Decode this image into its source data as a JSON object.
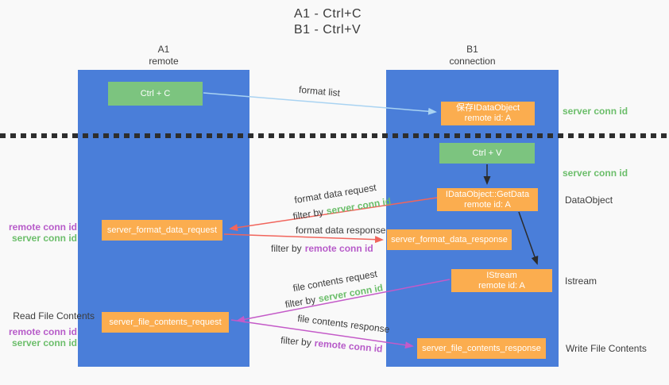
{
  "title": {
    "line1": "A1 - Ctrl+C",
    "line2": "B1 - Ctrl+V"
  },
  "lanes": {
    "a": {
      "id": "A1",
      "role": "remote"
    },
    "b": {
      "id": "B1",
      "role": "connection"
    }
  },
  "nodes": {
    "ctrl_c": {
      "label": "Ctrl + C"
    },
    "ctrl_v": {
      "label": "Ctrl + V"
    },
    "save_dataobject": {
      "line1": "保存IDataObject",
      "line2": "remote id: A"
    },
    "getdata": {
      "line1": "IDataObject::GetData",
      "line2": "remote id: A"
    },
    "istream": {
      "line1": "IStream",
      "line2": "remote id: A"
    },
    "format_request": {
      "label": "server_format_data_request"
    },
    "format_response": {
      "label": "server_format_data_response"
    },
    "file_request": {
      "label": "server_file_contents_request"
    },
    "file_response": {
      "label": "server_file_contents_response"
    }
  },
  "flows": {
    "format_list": {
      "label": "format list"
    },
    "format_data_request": {
      "label": "format data request",
      "filter_prefix": "filter by",
      "filter_key": "server conn id"
    },
    "format_data_response": {
      "label": "format data response",
      "filter_prefix": "filter by",
      "filter_key": "remote conn id"
    },
    "file_contents_request": {
      "label": "file contents request",
      "filter_prefix": "filter by",
      "filter_key": "server conn id"
    },
    "file_contents_response": {
      "label": "file contents response",
      "filter_prefix": "filter by",
      "filter_key": "remote conn id"
    }
  },
  "annotations": {
    "server_conn_id_top": "server conn id",
    "server_conn_id_mid": "server conn id",
    "dataobject": "DataObject",
    "istream": "Istream",
    "write_file_contents": "Write File Contents",
    "read_file_contents": "Read File Contents",
    "format_pair": {
      "remote": "remote conn id",
      "server": "server conn id"
    },
    "file_pair": {
      "remote": "remote conn id",
      "server": "server conn id"
    }
  },
  "colors": {
    "lane_blue": "#4A7ED9",
    "node_green": "#7CC47F",
    "node_orange": "#FBAD4F",
    "arrow_light_blue": "#A9D3F2",
    "arrow_red": "#F1655C",
    "arrow_magenta": "#C45AC8",
    "arrow_black": "#2B2B2B",
    "text_green": "#6CBE6B",
    "text_purple": "#B75BC9"
  }
}
